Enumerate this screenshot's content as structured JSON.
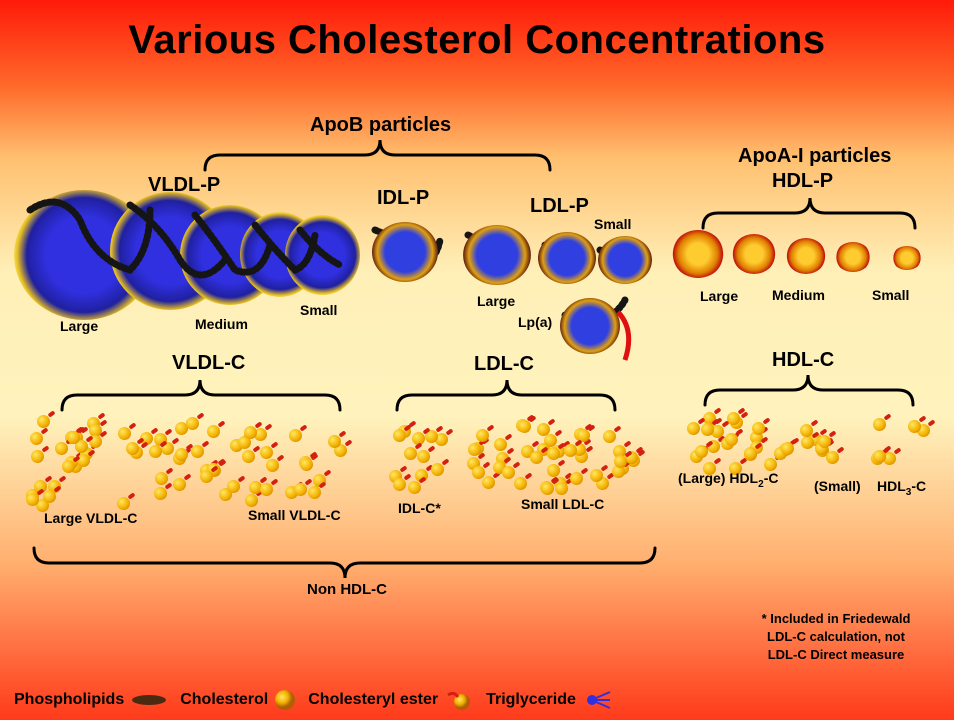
{
  "title": "Various Cholesterol Concentrations",
  "groups": {
    "apob": "ApoB particles",
    "apoa": "ApoA-I particles",
    "vldl_p": "VLDL-P",
    "idl_p": "IDL-P",
    "ldl_p": "LDL-P",
    "hdl_p": "HDL-P",
    "vldl_c": "VLDL-C",
    "ldl_c": "LDL-C",
    "hdl_c": "HDL-C",
    "non_hdl_c": "Non HDL-C"
  },
  "labels": {
    "vldl_large": "Large",
    "vldl_medium": "Medium",
    "vldl_small": "Small",
    "ldl_large": "Large",
    "ldl_small": "Small",
    "lpa": "Lp(a)",
    "hdl_large": "Large",
    "hdl_medium": "Medium",
    "hdl_small": "Small",
    "large_vldl_c": "Large VLDL-C",
    "small_vldl_c": "Small VLDL-C",
    "idl_c": "IDL-C*",
    "small_ldl_c": "Small LDL-C",
    "hdl2_prefix": "(Large) HDL",
    "hdl2_sub": "2",
    "hdl2_suffix": "-C",
    "hdl3_small": "(Small)",
    "hdl3_prefix": "HDL",
    "hdl3_sub": "3",
    "hdl3_suffix": "-C"
  },
  "footnote": {
    "line1": "* Included in Friedewald",
    "line2": "LDL-C calculation, not",
    "line3": "LDL-C Direct measure"
  },
  "legend": {
    "phospholipids": "Phospholipids",
    "cholesterol": "Cholesterol",
    "cholesteryl_ester": "Cholesteryl ester",
    "triglyceride": "Triglyceride"
  },
  "colors": {
    "particle_core": "#2a2ad0",
    "particle_shell": "#f0a000",
    "apob_band": "#151515",
    "apoa_band": "#e01010",
    "bracket": "#000000"
  }
}
